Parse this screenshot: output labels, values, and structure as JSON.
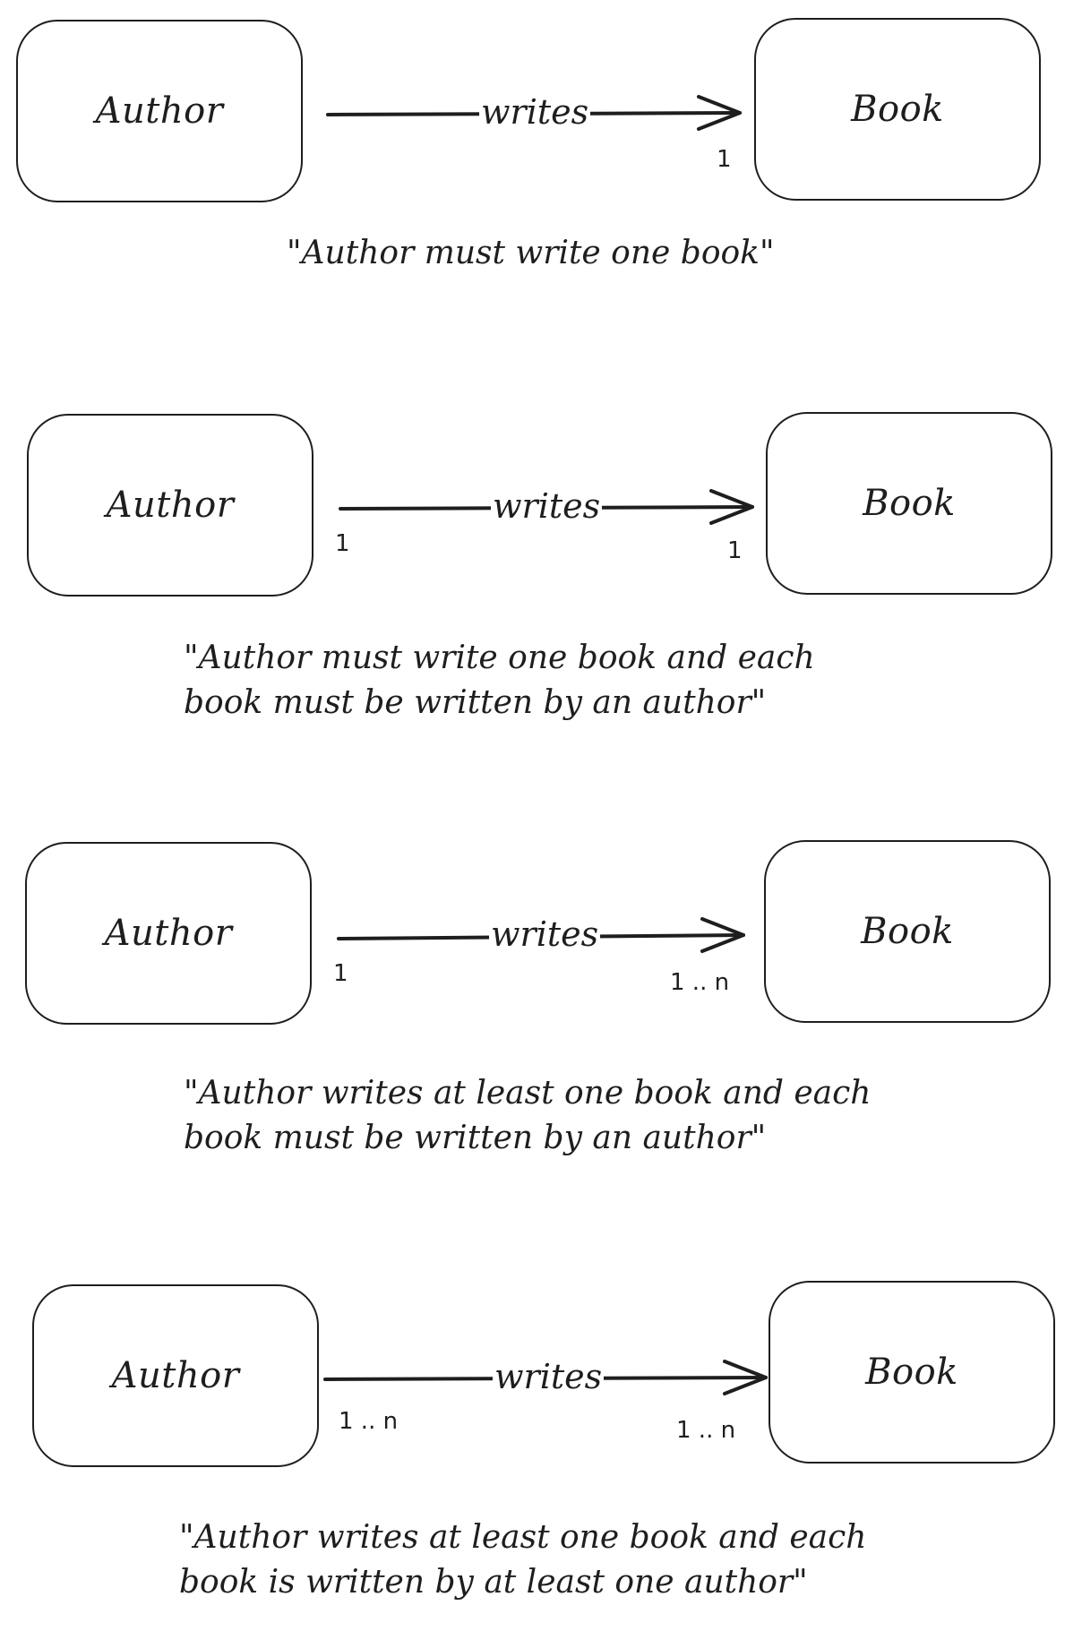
{
  "diagrams": [
    {
      "left_entity": "Author",
      "right_entity": "Book",
      "relationship": "writes",
      "left_cardinality": "",
      "right_cardinality": "1",
      "caption_line1": "\"Author must write one book\"",
      "caption_line2": ""
    },
    {
      "left_entity": "Author",
      "right_entity": "Book",
      "relationship": "writes",
      "left_cardinality": "1",
      "right_cardinality": "1",
      "caption_line1": "\"Author must write one book and each",
      "caption_line2": "book must be written by an author\""
    },
    {
      "left_entity": "Author",
      "right_entity": "Book",
      "relationship": "writes",
      "left_cardinality": "1",
      "right_cardinality": "1 .. n",
      "caption_line1": "\"Author writes at least one book and each",
      "caption_line2": "book must be written by an author\""
    },
    {
      "left_entity": "Author",
      "right_entity": "Book",
      "relationship": "writes",
      "left_cardinality": "1 .. n",
      "right_cardinality": "1 .. n",
      "caption_line1": "\"Author writes at least one book and each",
      "caption_line2": "book is written by at least one author\""
    }
  ]
}
